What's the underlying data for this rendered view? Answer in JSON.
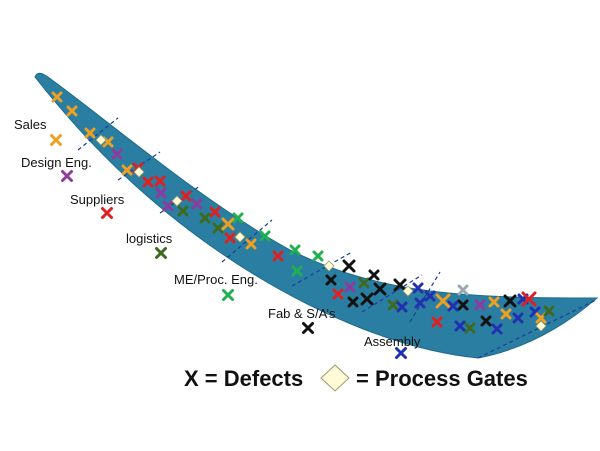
{
  "colors": {
    "band_fill": "#2a7ea2",
    "band_stroke": "#1d6a8c",
    "gate_fill": "#fffbd6",
    "gate_stroke": "#9a9a6a",
    "boundary_line": "#1a3f9a",
    "sales": "#f0a020",
    "design": "#8e3aa0",
    "suppliers": "#e02020",
    "logistics": "#3e6a20",
    "me_proc": "#20b050",
    "fab": "#111111",
    "assembly": "#2030b0",
    "grey": "#9aa8b0"
  },
  "departments": [
    {
      "key": "sales",
      "label": "Sales",
      "color_key": "sales"
    },
    {
      "key": "design",
      "label": "Design Eng.",
      "color_key": "design"
    },
    {
      "key": "suppliers",
      "label": "Suppliers",
      "color_key": "suppliers"
    },
    {
      "key": "logistics",
      "label": "logistics",
      "color_key": "logistics"
    },
    {
      "key": "me_proc",
      "label": "ME/Proc. Eng.",
      "color_key": "me_proc"
    },
    {
      "key": "fab",
      "label": "Fab & S/A’s",
      "color_key": "fab"
    },
    {
      "key": "assembly",
      "label": "Assembly",
      "color_key": "assembly"
    }
  ],
  "legend": {
    "defects_label": "X = Defects",
    "gates_label": "= Process Gates"
  }
}
